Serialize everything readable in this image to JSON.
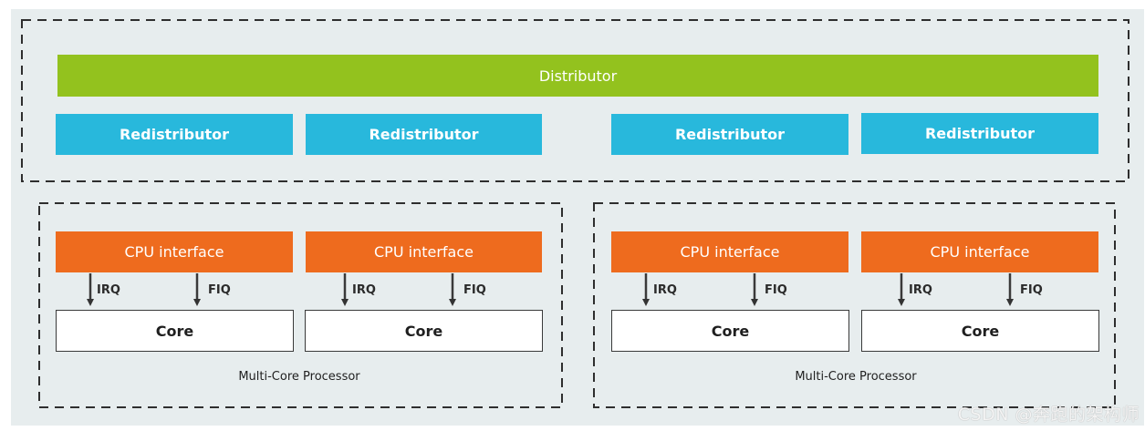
{
  "distributor": {
    "label": "Distributor"
  },
  "redistributors": [
    "Redistributor",
    "Redistributor",
    "Redistributor",
    "Redistributor"
  ],
  "processors": [
    {
      "label": "Multi-Core Processor",
      "cores": [
        {
          "cpu_interface": "CPU interface",
          "irq": "IRQ",
          "fiq": "FIQ",
          "core": "Core"
        },
        {
          "cpu_interface": "CPU interface",
          "irq": "IRQ",
          "fiq": "FIQ",
          "core": "Core"
        }
      ]
    },
    {
      "label": "Multi-Core Processor",
      "cores": [
        {
          "cpu_interface": "CPU interface",
          "irq": "IRQ",
          "fiq": "FIQ",
          "core": "Core"
        },
        {
          "cpu_interface": "CPU interface",
          "irq": "IRQ",
          "fiq": "FIQ",
          "core": "Core"
        }
      ]
    }
  ],
  "watermark": "CSDN @奔跑的架构师",
  "colors": {
    "background": "#e7edee",
    "distributor": "#93c21e",
    "redistributor": "#28b8dc",
    "cpu_interface": "#ee6b1e",
    "core_border": "#3a3a3a",
    "dash": "#2e2e2e"
  }
}
